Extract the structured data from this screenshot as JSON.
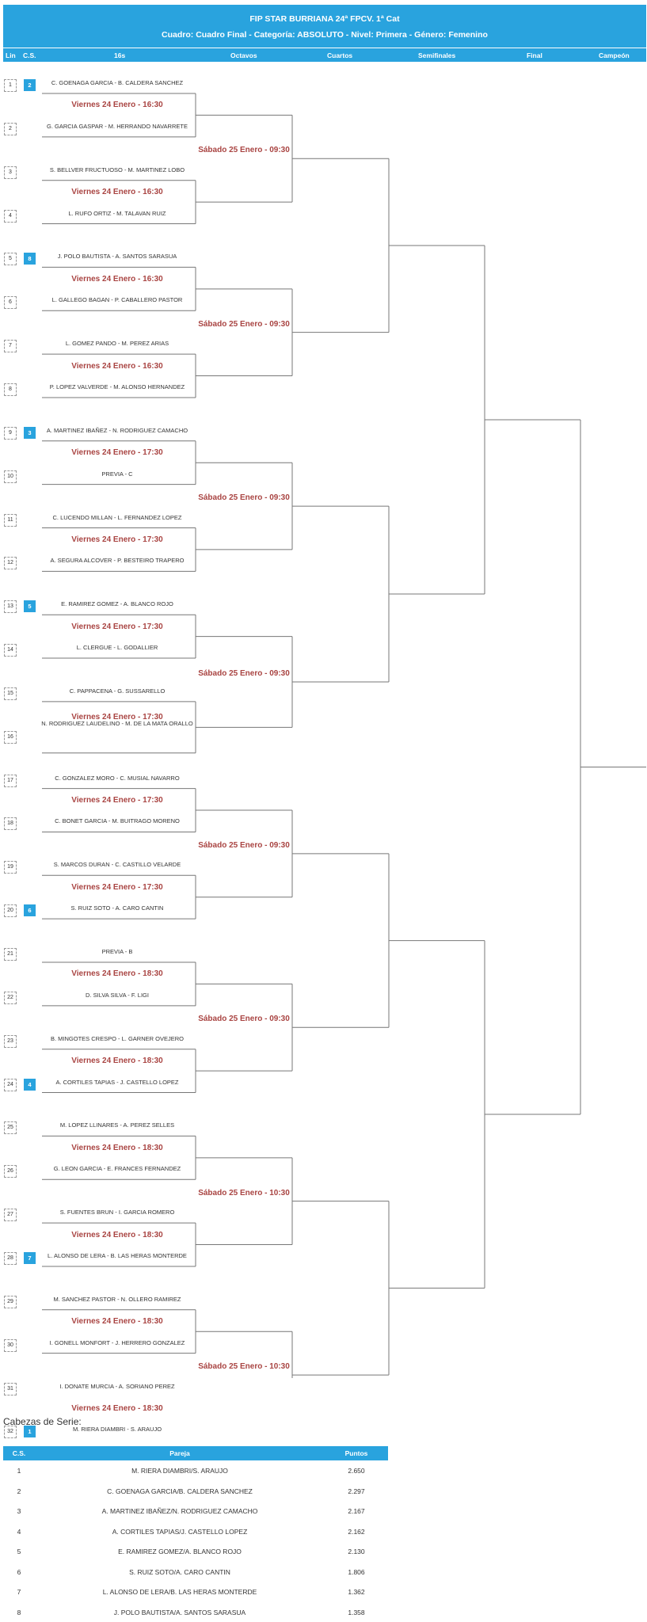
{
  "header": {
    "title": "FIP STAR BURRIANA 24ª FPCV. 1ª Cat",
    "subtitle": "Cuadro: Cuadro Final - Categoría: ABSOLUTO - Nivel: Primera - Género: Femenino"
  },
  "columns": [
    "Lin",
    "C.S.",
    "16s",
    "Octavos",
    "Cuartos",
    "Semifinales",
    "Final",
    "Campeón"
  ],
  "lines": [
    {
      "n": "1",
      "seed": "2",
      "team": "C. GOENAGA GARCIA - B. CALDERA SANCHEZ"
    },
    {
      "n": "2",
      "seed": "",
      "team": "G. GARCIA GASPAR - M. HERRANDO NAVARRETE"
    },
    {
      "n": "3",
      "seed": "",
      "team": "S. BELLVER FRUCTUOSO - M. MARTINEZ LOBO"
    },
    {
      "n": "4",
      "seed": "",
      "team": "L. RUFO ORTIZ - M. TALAVAN RUIZ"
    },
    {
      "n": "5",
      "seed": "8",
      "team": "J. POLO BAUTISTA - A. SANTOS SARASUA"
    },
    {
      "n": "6",
      "seed": "",
      "team": "L. GALLEGO BAGAN - P. CABALLERO PASTOR"
    },
    {
      "n": "7",
      "seed": "",
      "team": "L. GOMEZ PANDO - M. PEREZ ARIAS"
    },
    {
      "n": "8",
      "seed": "",
      "team": "P. LOPEZ VALVERDE - M. ALONSO HERNANDEZ"
    },
    {
      "n": "9",
      "seed": "3",
      "team": "A. MARTINEZ IBAÑEZ - N. RODRIGUEZ CAMACHO"
    },
    {
      "n": "10",
      "seed": "",
      "team": "PREVIA - C"
    },
    {
      "n": "11",
      "seed": "",
      "team": "C. LUCENDO MILLAN - L. FERNANDEZ LOPEZ"
    },
    {
      "n": "12",
      "seed": "",
      "team": "A. SEGURA ALCOVER - P. BESTEIRO TRAPERO"
    },
    {
      "n": "13",
      "seed": "5",
      "team": "E. RAMIREZ GOMEZ - A. BLANCO ROJO"
    },
    {
      "n": "14",
      "seed": "",
      "team": "L. CLERGUE  - L. GODALLIER"
    },
    {
      "n": "15",
      "seed": "",
      "team": "C. PAPPACENA - G. SUSSARELLO"
    },
    {
      "n": "16",
      "seed": "",
      "team": "N. RODRIGUEZ LAUDELINO - M. DE LA MATA ORALLO"
    },
    {
      "n": "17",
      "seed": "",
      "team": "C. GONZALEZ MORO - C. MUSIAL NAVARRO"
    },
    {
      "n": "18",
      "seed": "",
      "team": "C. BONET GARCIA - M. BUITRAGO MORENO"
    },
    {
      "n": "19",
      "seed": "",
      "team": "S. MARCOS DURAN - C. CASTILLO VELARDE"
    },
    {
      "n": "20",
      "seed": "6",
      "team": "S. RUIZ SOTO - A. CARO CANTIN"
    },
    {
      "n": "21",
      "seed": "",
      "team": "PREVIA - B"
    },
    {
      "n": "22",
      "seed": "",
      "team": "D. SILVA SILVA - F. LIGI"
    },
    {
      "n": "23",
      "seed": "",
      "team": "B. MINGOTES CRESPO - L. GARNER OVEJERO"
    },
    {
      "n": "24",
      "seed": "4",
      "team": "A. CORTILES TAPIAS - J. CASTELLO LOPEZ"
    },
    {
      "n": "25",
      "seed": "",
      "team": "M. LOPEZ LLINARES - A. PEREZ SELLES"
    },
    {
      "n": "26",
      "seed": "",
      "team": "G. LEON GARCIA - E. FRANCES FERNANDEZ"
    },
    {
      "n": "27",
      "seed": "",
      "team": "S. FUENTES BRUN - I. GARCIA ROMERO"
    },
    {
      "n": "28",
      "seed": "7",
      "team": "L. ALONSO DE LERA - B. LAS HERAS MONTERDE"
    },
    {
      "n": "29",
      "seed": "",
      "team": "M. SANCHEZ PASTOR - N. OLLERO RAMIREZ"
    },
    {
      "n": "30",
      "seed": "",
      "team": "I. GONELL MONFORT - J. HERRERO GONZALEZ"
    },
    {
      "n": "31",
      "seed": "",
      "team": "I. DONATE MURCIA - A. SORIANO PEREZ"
    },
    {
      "n": "32",
      "seed": "1",
      "team": "M. RIERA DIAMBRI - S. ARAUJO"
    }
  ],
  "matches16": [
    "Viernes 24 Enero - 16:30",
    "Viernes 24 Enero - 16:30",
    "Viernes 24 Enero - 16:30",
    "Viernes 24 Enero - 16:30",
    "Viernes 24 Enero - 17:30",
    "Viernes 24 Enero - 17:30",
    "Viernes 24 Enero - 17:30",
    "Viernes 24 Enero - 17:30",
    "Viernes 24 Enero - 17:30",
    "Viernes 24 Enero - 17:30",
    "Viernes 24 Enero - 18:30",
    "Viernes 24 Enero - 18:30",
    "Viernes 24 Enero - 18:30",
    "Viernes 24 Enero - 18:30",
    "Viernes 24 Enero - 18:30",
    "Viernes 24 Enero - 18:30"
  ],
  "matches8": [
    "Sábado 25 Enero - 09:30",
    "Sábado 25 Enero - 09:30",
    "Sábado 25 Enero - 09:30",
    "Sábado 25 Enero - 09:30",
    "Sábado 25 Enero - 09:30",
    "Sábado 25 Enero - 09:30",
    "Sábado 25 Enero - 10:30",
    "Sábado 25 Enero - 10:30"
  ],
  "seeds": {
    "caption": "Cabezas de Serie:",
    "headers": {
      "cs": "C.S.",
      "pareja": "Pareja",
      "puntos": "Puntos"
    },
    "rows": [
      {
        "cs": "1",
        "pareja": "M. RIERA DIAMBRI/S. ARAUJO",
        "puntos": "2.650"
      },
      {
        "cs": "2",
        "pareja": "C. GOENAGA GARCIA/B. CALDERA SANCHEZ",
        "puntos": "2.297"
      },
      {
        "cs": "3",
        "pareja": "A. MARTINEZ IBAÑEZ/N. RODRIGUEZ CAMACHO",
        "puntos": "2.167"
      },
      {
        "cs": "4",
        "pareja": "A. CORTILES TAPIAS/J. CASTELLO LOPEZ",
        "puntos": "2.162"
      },
      {
        "cs": "5",
        "pareja": "E. RAMIREZ GOMEZ/A. BLANCO ROJO",
        "puntos": "2.130"
      },
      {
        "cs": "6",
        "pareja": "S. RUIZ SOTO/A. CARO CANTIN",
        "puntos": "1.806"
      },
      {
        "cs": "7",
        "pareja": "L. ALONSO DE LERA/B. LAS HERAS MONTERDE",
        "puntos": "1.362"
      },
      {
        "cs": "8",
        "pareja": "J. POLO BAUTISTA/A. SANTOS SARASUA",
        "puntos": "1.358"
      }
    ]
  },
  "colors": {
    "accent": "#29a3de",
    "schedule": "#a94442",
    "line": "#777777"
  }
}
